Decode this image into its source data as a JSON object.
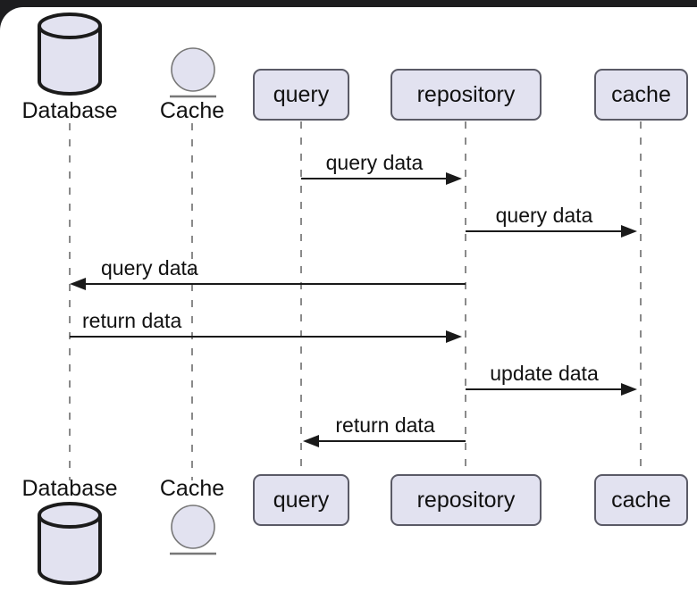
{
  "diagram": {
    "type": "sequence",
    "participants": [
      {
        "label": "Database",
        "kind": "database"
      },
      {
        "label": "Cache",
        "kind": "entity"
      },
      {
        "label": "query",
        "kind": "participant"
      },
      {
        "label": "repository",
        "kind": "participant"
      },
      {
        "label": "cache",
        "kind": "participant"
      }
    ],
    "messages": [
      {
        "from": "query",
        "to": "repository",
        "label": "query data",
        "direction": "right"
      },
      {
        "from": "repository",
        "to": "cache",
        "label": "query data",
        "direction": "right"
      },
      {
        "from": "repository",
        "to": "Database",
        "label": "query data",
        "direction": "left"
      },
      {
        "from": "Database",
        "to": "repository",
        "label": "return data",
        "direction": "right"
      },
      {
        "from": "repository",
        "to": "cache",
        "label": "update data",
        "direction": "right"
      },
      {
        "from": "repository",
        "to": "query",
        "label": "return data",
        "direction": "left"
      }
    ]
  },
  "colors": {
    "participant_fill": "#e2e2f0",
    "participant_border": "#5a5a66",
    "database_stroke": "#1b1b1b",
    "entity_stroke": "#777777",
    "lifeline": "#8a8a8a",
    "arrow": "#1a1a1a",
    "text": "#111111",
    "frame_bar": "#1d1d1f",
    "background": "#ffffff"
  }
}
